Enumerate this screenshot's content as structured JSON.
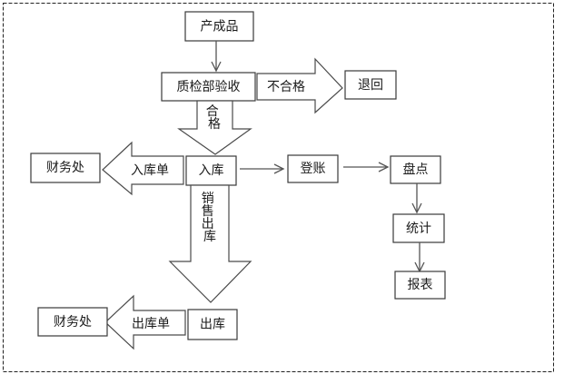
{
  "diagram": {
    "title": "",
    "nodes": {
      "product": "产成品",
      "qc": "质检部验收",
      "return": "退回",
      "inbound": "入库",
      "finance_in": "财务处",
      "ledger": "登账",
      "inventory": "盘点",
      "statistics": "统计",
      "report": "报表",
      "outbound": "出库",
      "finance_out": "财务处"
    },
    "arrows": {
      "unqualified": "不合格",
      "qualified": "合格",
      "inbound_slip": "入库单",
      "sales_outbound": "销售出库",
      "outbound_slip": "出库单"
    },
    "edges": [
      {
        "from": "product",
        "to": "qc"
      },
      {
        "from": "qc",
        "to": "return",
        "label_key": "unqualified"
      },
      {
        "from": "qc",
        "to": "inbound",
        "label_key": "qualified"
      },
      {
        "from": "inbound",
        "to": "finance_in",
        "label_key": "inbound_slip"
      },
      {
        "from": "inbound",
        "to": "ledger"
      },
      {
        "from": "ledger",
        "to": "inventory"
      },
      {
        "from": "inventory",
        "to": "statistics"
      },
      {
        "from": "statistics",
        "to": "report"
      },
      {
        "from": "inbound",
        "to": "outbound",
        "label_key": "sales_outbound"
      },
      {
        "from": "outbound",
        "to": "finance_out",
        "label_key": "outbound_slip"
      }
    ],
    "colors": {
      "stroke": "#3a3a3a",
      "text": "#1a1a1a",
      "background": "#ffffff"
    }
  }
}
